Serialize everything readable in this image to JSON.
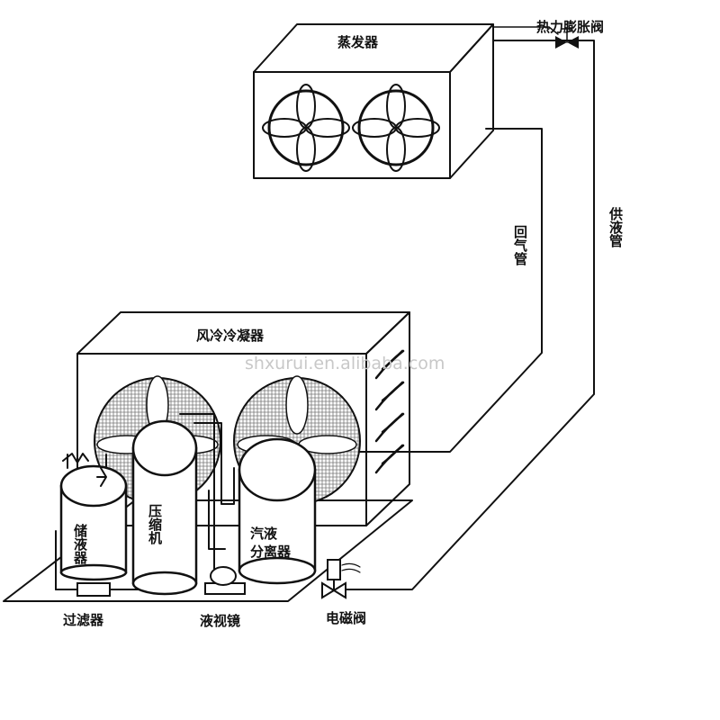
{
  "labels": {
    "evaporator": "蒸发器",
    "thermal_expansion_valve": "热力膨胀阀",
    "return_gas_pipe": "回气管",
    "liquid_supply_pipe": "供液管",
    "air_cooled_condenser": "风冷冷凝器",
    "compressor": "压缩机",
    "receiver": "储液器",
    "gas_liquid_separator_line1": "汽液",
    "gas_liquid_separator_line2": "分离器",
    "filter": "过滤器",
    "sight_glass": "液视镜",
    "solenoid_valve": "电磁阀"
  },
  "watermark": "shxurui.en.alibaba.com",
  "colors": {
    "line": "#111111",
    "background": "#ffffff",
    "watermark": "#c8c8c8"
  }
}
